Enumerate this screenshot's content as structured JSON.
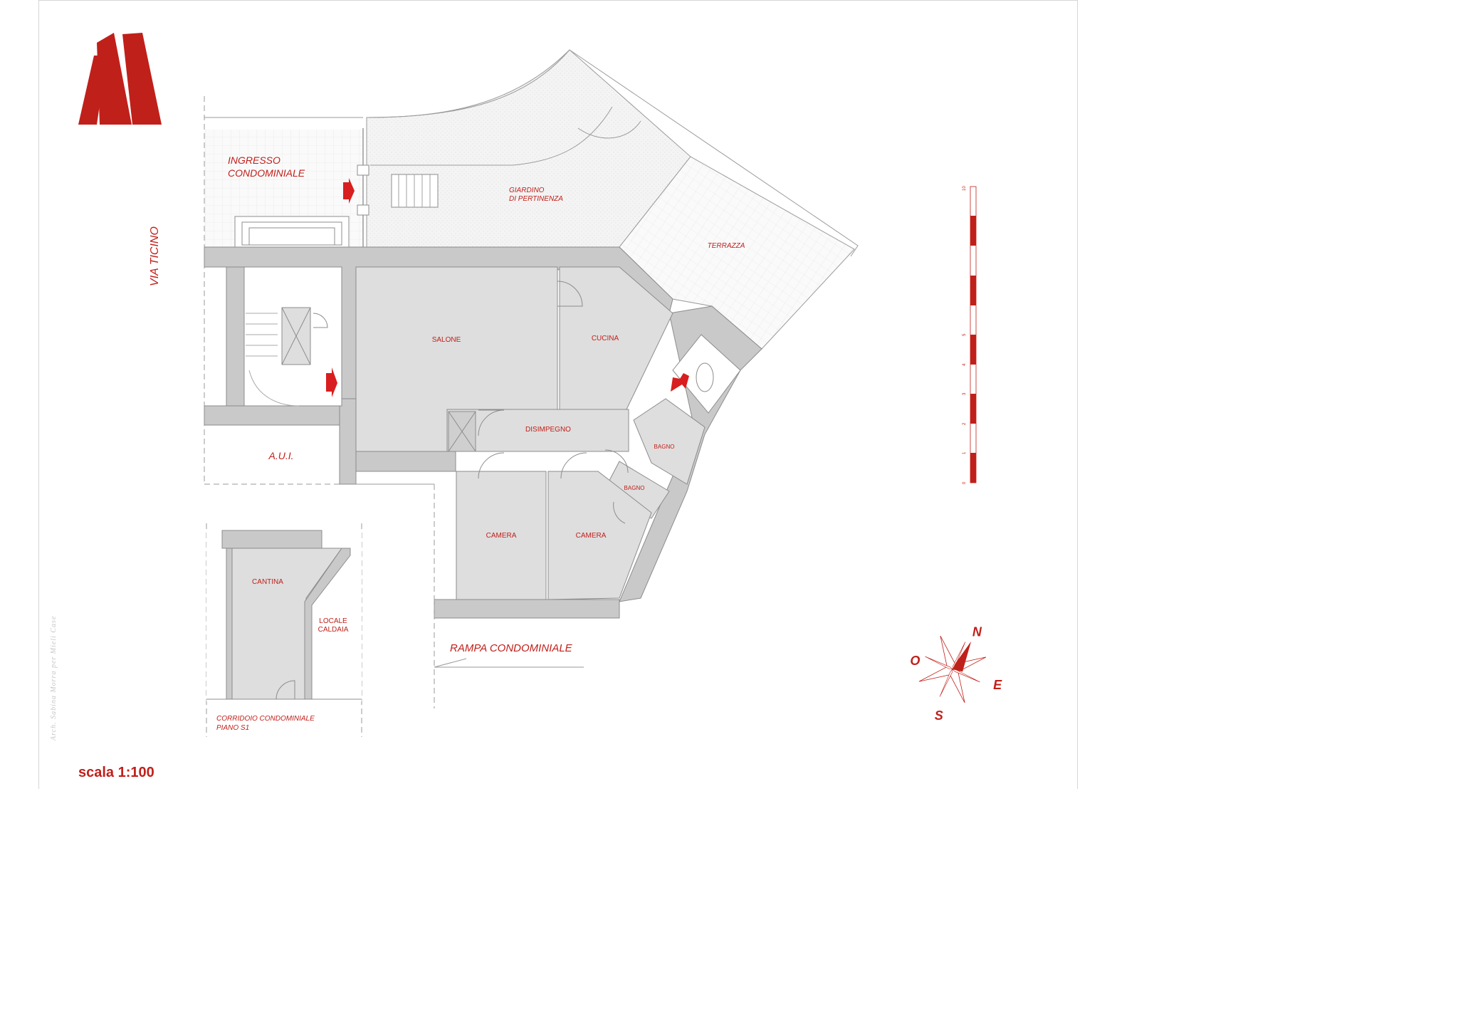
{
  "title": "",
  "rooms": {
    "salone": "SALONE",
    "cucina": "CUCINA",
    "disimpegno": "DISIMPEGNO",
    "bagno1": "BAGNO",
    "bagno2": "BAGNO",
    "camera1": "CAMERA",
    "camera2": "CAMERA",
    "cantina": "CANTINA",
    "locale_caldaia_1": "LOCALE",
    "locale_caldaia_2": "CALDAIA"
  },
  "areas": {
    "ingresso_1": "INGRESSO",
    "ingresso_2": "CONDOMINIALE",
    "giardino_1": "GIARDINO",
    "giardino_2": "DI PERTINENZA",
    "terrazza": "TERRAZZA",
    "aui": "A.U.I.",
    "via": "VIA  TICINO",
    "rampa": "RAMPA CONDOMINIALE",
    "corridoio_1": "CORRIDOIO  CONDOMINIALE",
    "corridoio_2": "PIANO S1"
  },
  "scale_bar": {
    "labels": [
      "0",
      "1",
      "2",
      "3",
      "4",
      "5",
      "10"
    ]
  },
  "compass": {
    "n": "N",
    "e": "E",
    "s": "S",
    "o": "O"
  },
  "footer": {
    "scale": "scala 1:100",
    "credit": "Arch. Sabina Morra per Mieli Case"
  },
  "colors": {
    "accent": "#c0201a",
    "room_fill": "#dedede",
    "wall_fill": "#c8c8c8"
  }
}
